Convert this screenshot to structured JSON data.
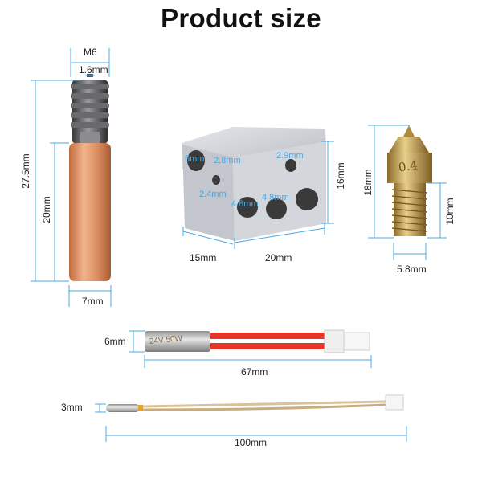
{
  "title": "Product size",
  "heatbreak": {
    "thread": "M6",
    "bore": "1.6mm",
    "length_total": "27.5mm",
    "length_tube": "20mm",
    "diameter": "7mm"
  },
  "heater_block": {
    "hole_a": "6mm",
    "hole_b": "2.8mm",
    "hole_c": "2.9mm",
    "hole_d": "2.4mm",
    "hole_e": "4.8mm",
    "hole_f": "4.8mm",
    "height": "16mm",
    "depth": "15mm",
    "width": "20mm"
  },
  "nozzle": {
    "marking": "0.4",
    "length_total": "18mm",
    "thread_length": "10mm",
    "diameter": "5.8mm"
  },
  "heater_cartridge": {
    "marking": "24V 50W",
    "diameter": "6mm",
    "length": "67mm"
  },
  "thermistor": {
    "diameter": "3mm",
    "length": "100mm"
  },
  "colors": {
    "dimension_line": "#4aa8e0",
    "copper": "#d98a5c",
    "brass": "#c9a24a",
    "wire_red": "#e8352a",
    "aluminum": "#c8ccd2"
  }
}
